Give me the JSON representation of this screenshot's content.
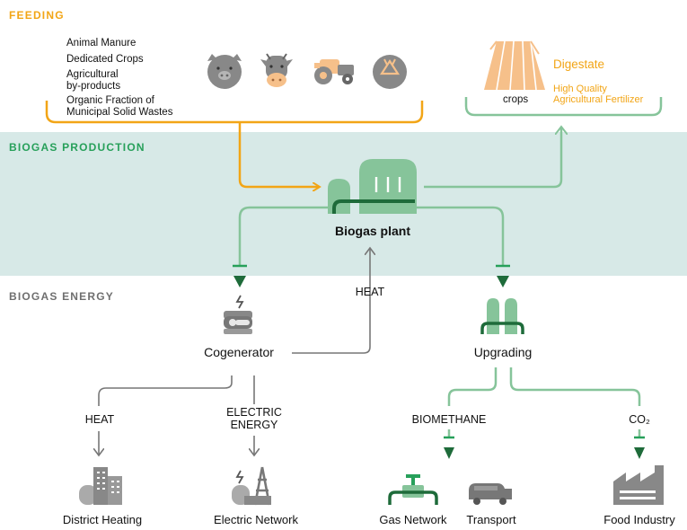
{
  "sections": {
    "feeding": "FEEDING",
    "production": "BIOGAS PRODUCTION",
    "energy": "BIOGAS ENERGY"
  },
  "feedstocks": [
    {
      "line1": "Animal Manure",
      "line2": ""
    },
    {
      "line1": "Dedicated Crops",
      "line2": ""
    },
    {
      "line1": "Agricultural",
      "line2": "by-products"
    },
    {
      "line1": "Organic Fraction of",
      "line2": "Municipal Solid Wastes"
    }
  ],
  "feed_icons": [
    "pig-icon",
    "cow-icon",
    "tractor-icon",
    "recycle-icon"
  ],
  "digestate": {
    "title": "Digestate",
    "crops_label": "crops",
    "desc_line1": "High Quality",
    "desc_line2": "Agricultural Fertilizer"
  },
  "plant": {
    "label": "Biogas plant"
  },
  "cogenerator": {
    "label": "Cogenerator",
    "heat_return": "HEAT"
  },
  "upgrading": {
    "label": "Upgrading"
  },
  "outputs": {
    "heat": "HEAT",
    "electric_line1": "ELECTRIC",
    "electric_line2": "ENERGY",
    "biomethane": "BIOMETHANE",
    "co2": "CO₂"
  },
  "destinations": {
    "district_heating": "District Heating",
    "electric_network": "Electric Network",
    "gas_network": "Gas Network",
    "transport": "Transport",
    "food_industry": "Food Industry"
  },
  "colors": {
    "feeding": "#f2a516",
    "production": "#27a05a",
    "energy": "#6f6f6f",
    "band": "#d7e9e7",
    "green_light": "#86c49a",
    "green_dark": "#1e6b3a",
    "gray_icon": "#888888"
  }
}
